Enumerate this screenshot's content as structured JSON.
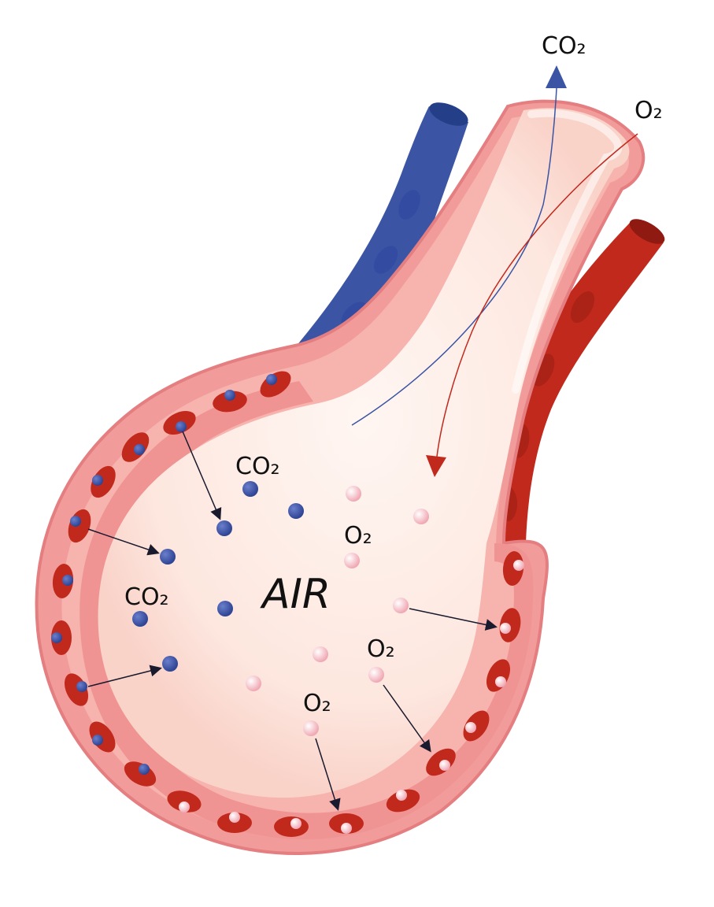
{
  "labels": {
    "co2_out": "CO₂",
    "o2_in": "O₂",
    "co2_inner_top": "CO₂",
    "co2_inner_left": "CO₂",
    "air": "AIR",
    "o2_inner_1": "O₂",
    "o2_inner_2": "O₂",
    "o2_inner_3": "O₂"
  },
  "colors": {
    "vein_blue": "#3b55a4",
    "artery_red": "#c1291d",
    "tissue_pink": "#f4a3a0",
    "air_space": "#fdeee8",
    "co2_molecule": "#3d54a8",
    "o2_molecule": "#f7c9cf"
  }
}
